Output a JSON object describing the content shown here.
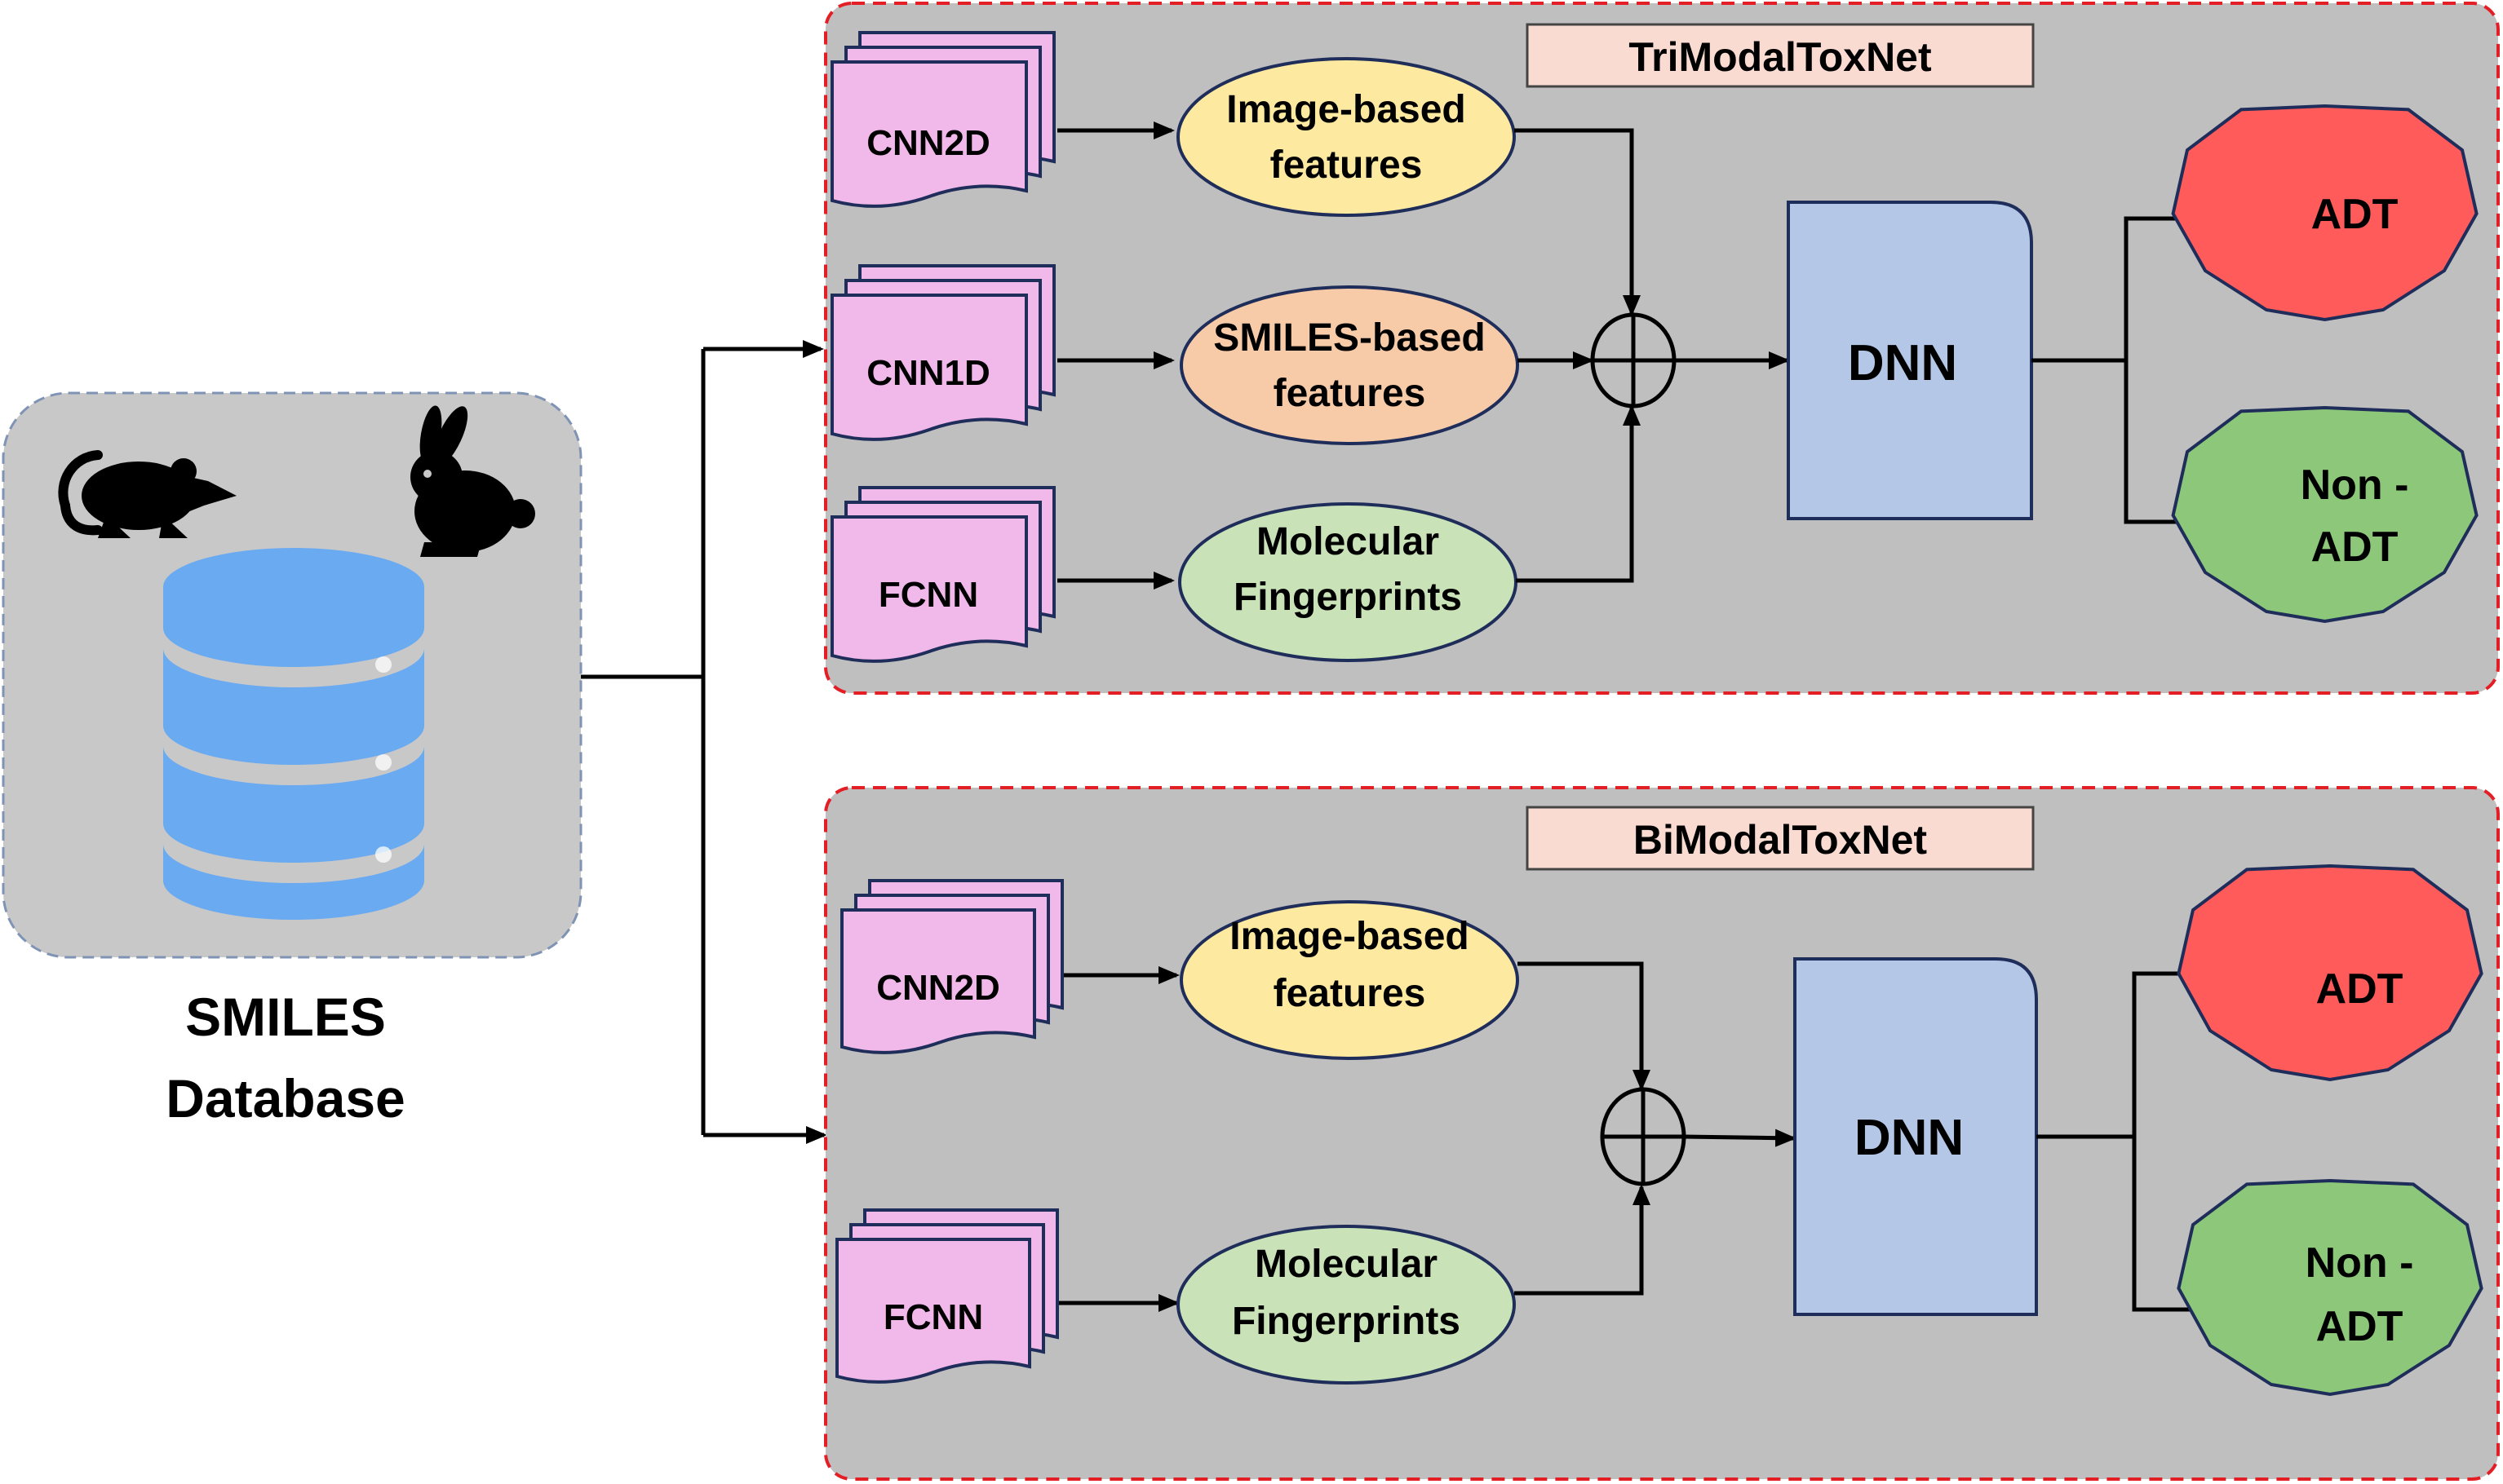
{
  "database": {
    "title_line1": "SMILES",
    "title_line2": "Database",
    "icons": [
      "mouse-icon",
      "rabbit-icon",
      "database-icon"
    ]
  },
  "trimodal": {
    "title": "TriModalToxNet",
    "rows": [
      {
        "model": "CNN2D",
        "feature_line1": "Image-based",
        "feature_line2": "features",
        "feature_color": "#fde9a0"
      },
      {
        "model": "CNN1D",
        "feature_line1": "SMILES-based",
        "feature_line2": "features",
        "feature_color": "#f7cba8"
      },
      {
        "model": "FCNN",
        "feature_line1": "Molecular",
        "feature_line2": "Fingerprints",
        "feature_color": "#c9e2b8"
      }
    ],
    "dnn": "DNN",
    "outputs": {
      "positive": "ADT",
      "negative_line1": "Non -",
      "negative_line2": "ADT"
    }
  },
  "bimodal": {
    "title": "BiModalToxNet",
    "rows": [
      {
        "model": "CNN2D",
        "feature_line1": "Image-based",
        "feature_line2": "features",
        "feature_color": "#fde9a0"
      },
      {
        "model": "FCNN",
        "feature_line1": "Molecular",
        "feature_line2": "Fingerprints",
        "feature_color": "#c9e2b8"
      }
    ],
    "dnn": "DNN",
    "outputs": {
      "positive": "ADT",
      "negative_line1": "Non -",
      "negative_line2": "ADT"
    }
  },
  "colors": {
    "panel_fill": "#bfbfbf",
    "panel_border": "#e31e24",
    "doc_fill": "#f1b8ea",
    "doc_border": "#1f2d5a",
    "title_fill": "#fadbd2",
    "dnn_fill": "#b4c7e7",
    "adt_fill": "#ff5b5b",
    "non_adt_fill": "#8dc77a",
    "db_fill": "#6aaaf0",
    "db_panel": "#c8c8c8"
  }
}
